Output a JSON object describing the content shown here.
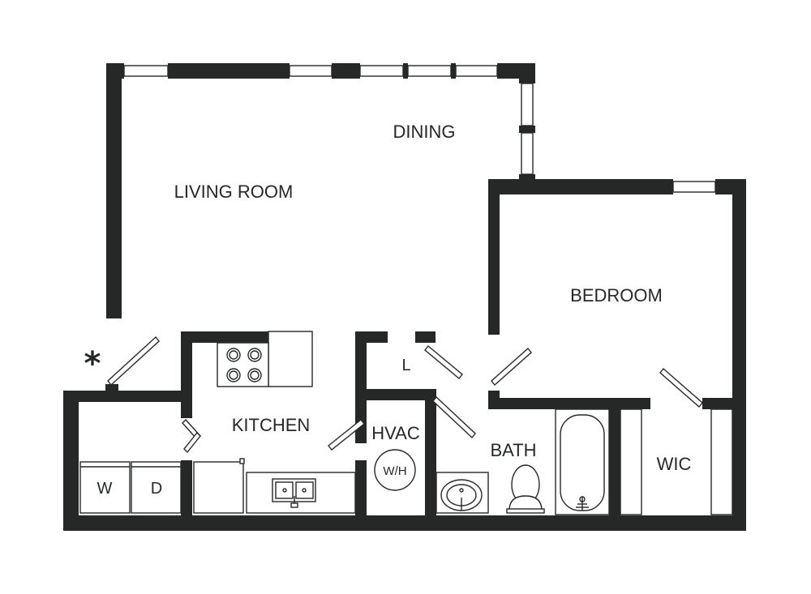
{
  "rooms": {
    "living_room": "LIVING ROOM",
    "dining": "DINING",
    "bedroom": "BEDROOM",
    "kitchen": "KITCHEN",
    "hvac": "HVAC",
    "bath": "BATH",
    "wic": "WIC",
    "linen": "L"
  },
  "fixtures": {
    "washer": "W",
    "dryer": "D",
    "water_heater": "W/H"
  },
  "marker": "*",
  "colors": {
    "wall": "#262828",
    "background": "#ffffff"
  }
}
